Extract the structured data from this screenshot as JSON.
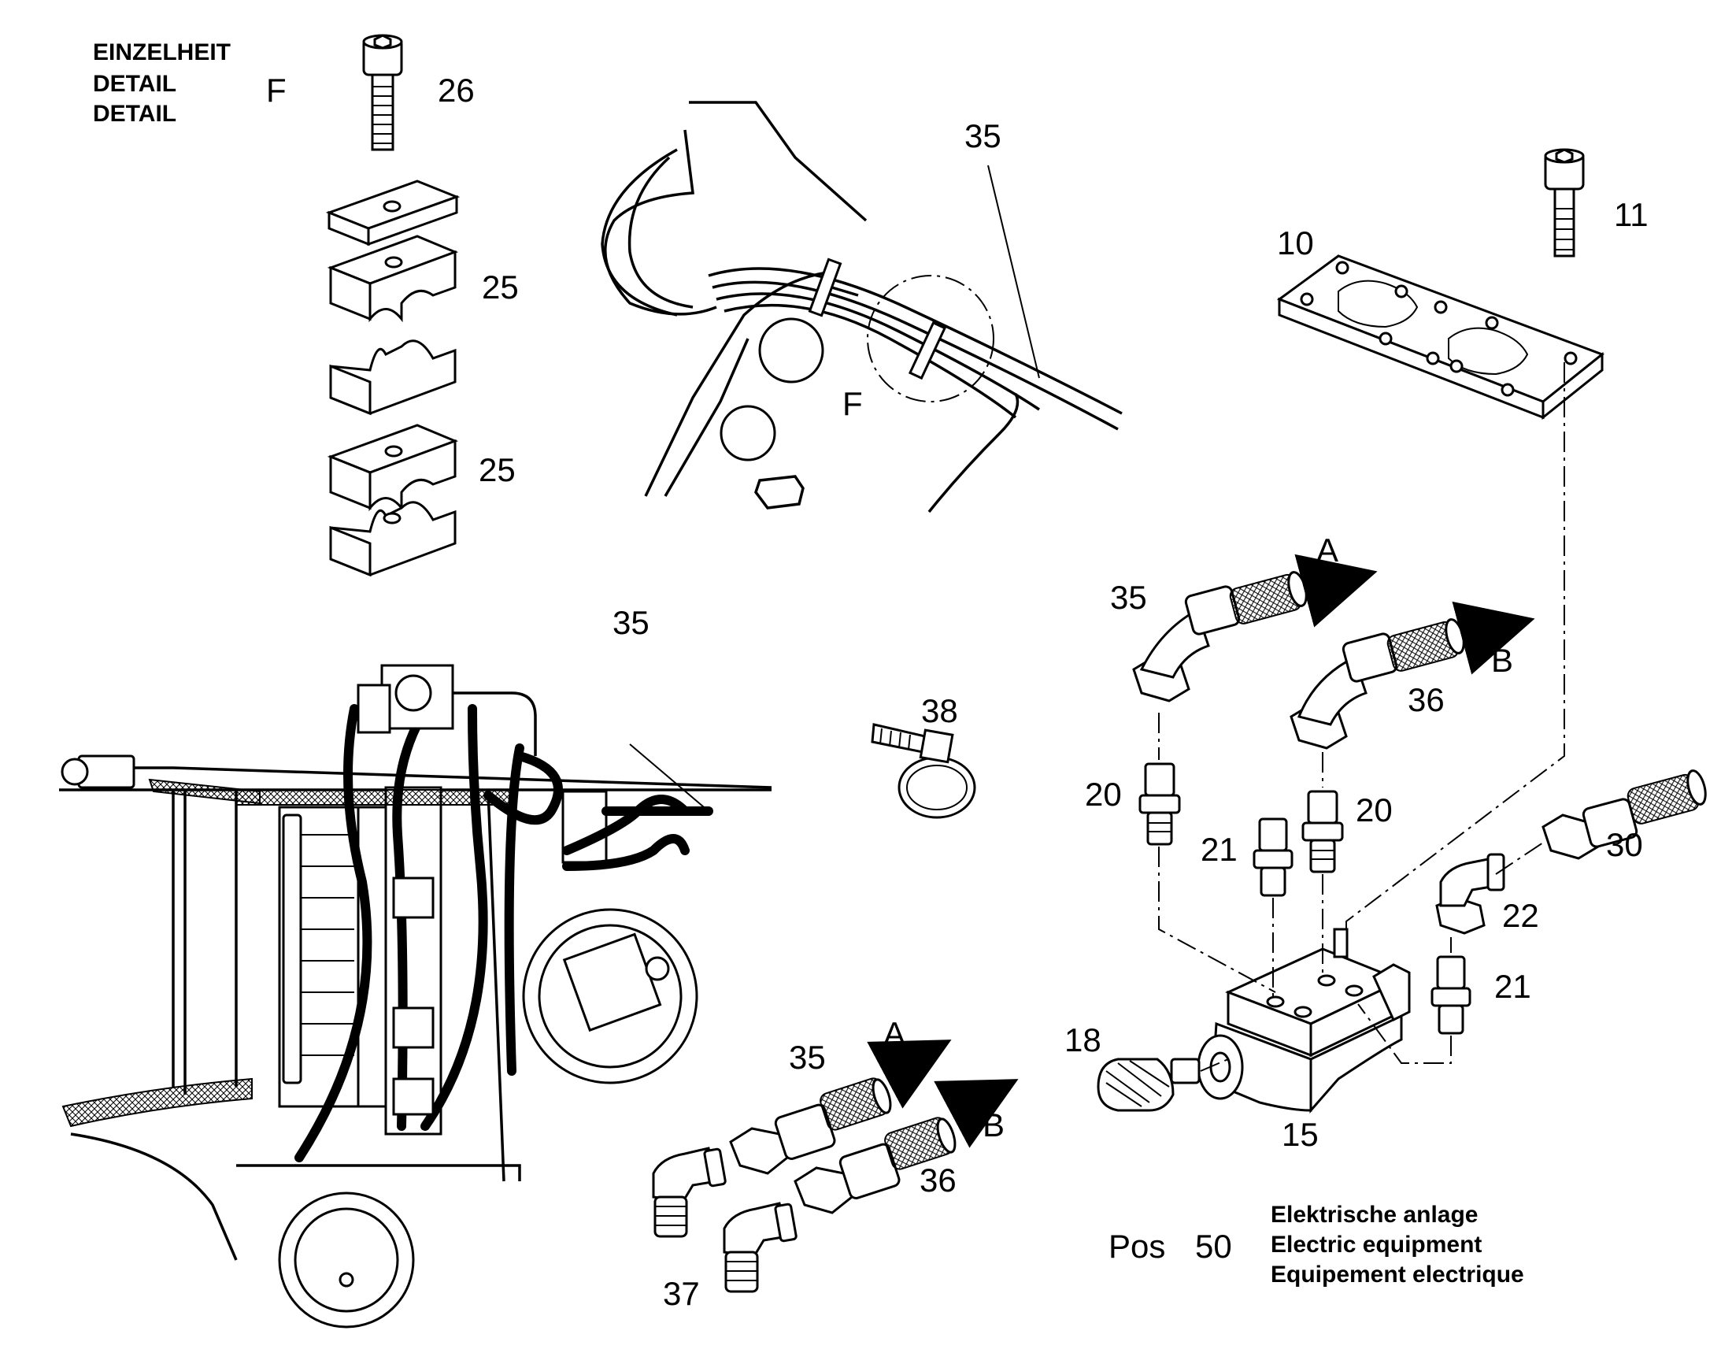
{
  "detail_header": {
    "line1": "EINZELHEIT",
    "line2": "DETAIL",
    "line3": "DETAIL",
    "letter": "F"
  },
  "callouts": {
    "c26": "26",
    "c25a": "25",
    "c25b": "25",
    "c35_top": "35",
    "c_f_circle": "F",
    "c11": "11",
    "c10": "10",
    "c35_machine": "35",
    "c38": "38",
    "c35_right": "35",
    "c_a_right": "A",
    "c_b_right": "B",
    "c36_right": "36",
    "c20_left": "20",
    "c20_right": "20",
    "c21_upper": "21",
    "c30": "30",
    "c22": "22",
    "c21_lower": "21",
    "c18": "18",
    "c15": "15",
    "c35_bottom": "35",
    "c_a_bottom": "A",
    "c_b_bottom": "B",
    "c36_bottom": "36",
    "c37": "37"
  },
  "footer": {
    "pos_label": "Pos",
    "pos_number": "50",
    "title_de": "Elektrische anlage",
    "title_en": "Electric equipment",
    "title_fr": "Equipement electrique"
  }
}
